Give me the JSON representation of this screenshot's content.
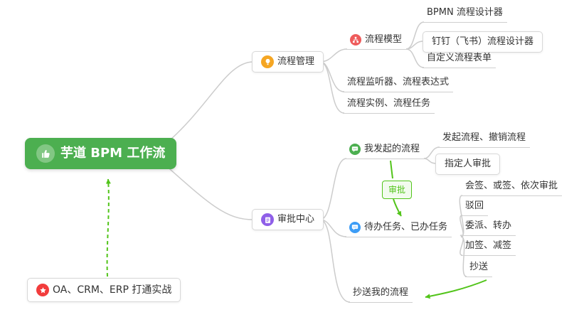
{
  "colors": {
    "root_bg": "#4caf50",
    "connector_gray": "#cccccc",
    "arrow_green": "#52c41a",
    "icon_orange": "#f5a623",
    "icon_red": "#ee5b5b",
    "icon_purple": "#8f5fe8",
    "icon_green": "#4caf50",
    "icon_blue": "#3d9df6",
    "icon_star_red": "#f23c3c"
  },
  "icons": {
    "root": "thumbs-up-icon",
    "process_mgmt": "lightbulb-icon",
    "process_model": "flowchart-icon",
    "approval_center": "clipboard-icon",
    "my_initiated": "chat-bubble-icon",
    "todo_done": "chat-bubble-icon",
    "oa_crm_erp": "star-icon"
  },
  "nodes": {
    "root": {
      "label": "芋道 BPM 工作流"
    },
    "process_mgmt": {
      "label": "流程管理"
    },
    "process_model": {
      "label": "流程模型"
    },
    "bpmn_designer": {
      "label": "BPMN 流程设计器"
    },
    "dingtalk_designer": {
      "label": "钉钉（飞书）流程设计器"
    },
    "custom_form": {
      "label": "自定义流程表单"
    },
    "listener_expression": {
      "label": "流程监听器、流程表达式"
    },
    "instance_task": {
      "label": "流程实例、流程任务"
    },
    "approval_center": {
      "label": "审批中心"
    },
    "my_initiated": {
      "label": "我发起的流程"
    },
    "initiate_cancel": {
      "label": "发起流程、撤销流程"
    },
    "assignee_approval": {
      "label": "指定人审批"
    },
    "approval_tag": {
      "label": "审批"
    },
    "todo_done": {
      "label": "待办任务、已办任务"
    },
    "countersign": {
      "label": "会签、或签、依次审批"
    },
    "reject": {
      "label": "驳回"
    },
    "delegate_transfer": {
      "label": "委派、转办"
    },
    "add_reduce_sign": {
      "label": "加签、减签"
    },
    "cc": {
      "label": "抄送"
    },
    "cc_my_process": {
      "label": "抄送我的流程"
    },
    "oa_crm_erp": {
      "label": "OA、CRM、ERP 打通实战"
    }
  }
}
